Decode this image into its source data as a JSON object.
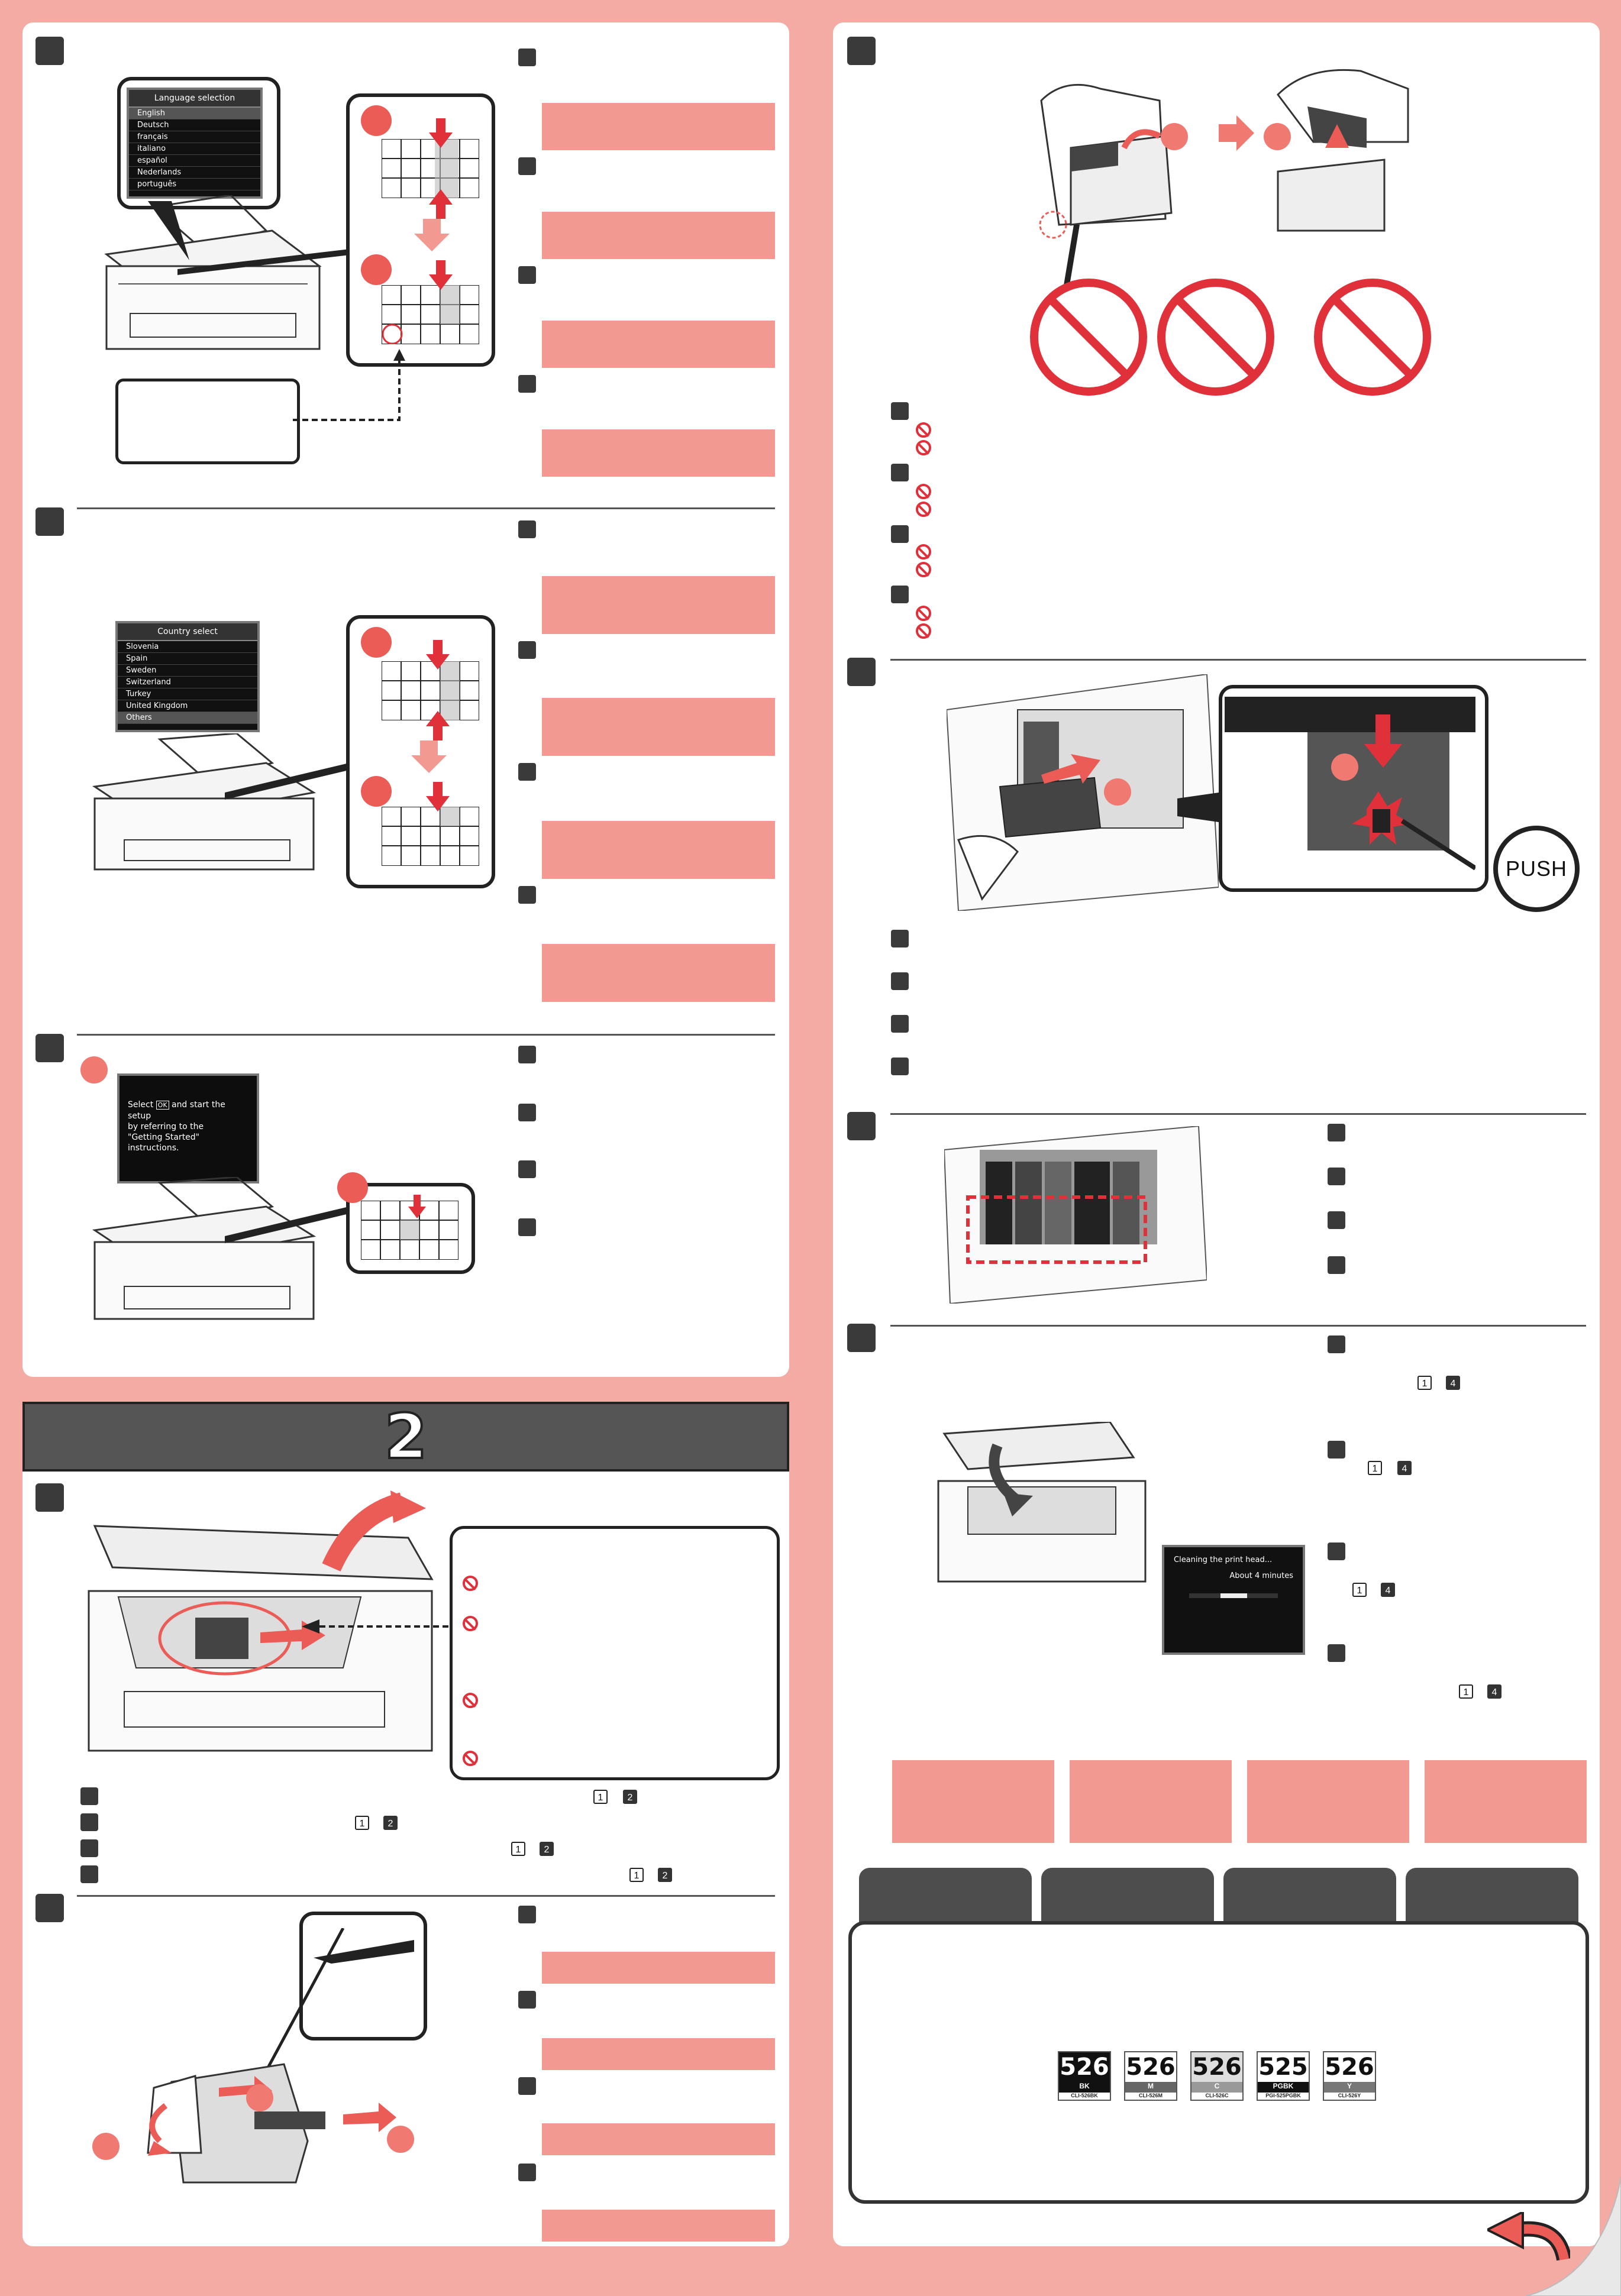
{
  "language_screen": {
    "title": "Language selection",
    "items": [
      "English",
      "Deutsch",
      "français",
      "italiano",
      "español",
      "Nederlands",
      "português"
    ]
  },
  "country_screen": {
    "title": "Country select",
    "items": [
      "Slovenia",
      "Spain",
      "Sweden",
      "Switzerland",
      "Turkey",
      "United Kingdom",
      "Others"
    ]
  },
  "setup_screen": {
    "line1a": "Select",
    "ok_label": "OK",
    "line1b": "and start the setup",
    "line2": "by referring to the",
    "line3": "\"Getting Started\" instructions."
  },
  "section_number": "2",
  "cleaning_screen": {
    "line1": "Cleaning the print head...",
    "line2": "About 4 minutes"
  },
  "push_label": "PUSH",
  "page_ref_a": "1",
  "page_ref_b2": "2",
  "page_ref_b4": "4",
  "ink_cartridges": [
    {
      "number": "526",
      "code": "BK",
      "name": "CLI-526BK",
      "shade": "#111"
    },
    {
      "number": "526",
      "code": "M",
      "name": "CLI-526M",
      "shade": "#666"
    },
    {
      "number": "526",
      "code": "C",
      "name": "CLI-526C",
      "shade": "#999"
    },
    {
      "number": "525",
      "code": "PGBK",
      "name": "PGI-525PGBK",
      "shade": "#111"
    },
    {
      "number": "526",
      "code": "Y",
      "name": "CLI-526Y",
      "shade": "#777"
    }
  ],
  "colors": {
    "accent_red": "#ec5c56",
    "bar_pink": "#f29a92",
    "background": "#f4aba3",
    "dark": "#3a3a3a"
  },
  "icons": [
    "prohibited-icon",
    "arrow-down-icon",
    "arrow-up-icon",
    "return-arrow-icon",
    "push-button-icon"
  ]
}
